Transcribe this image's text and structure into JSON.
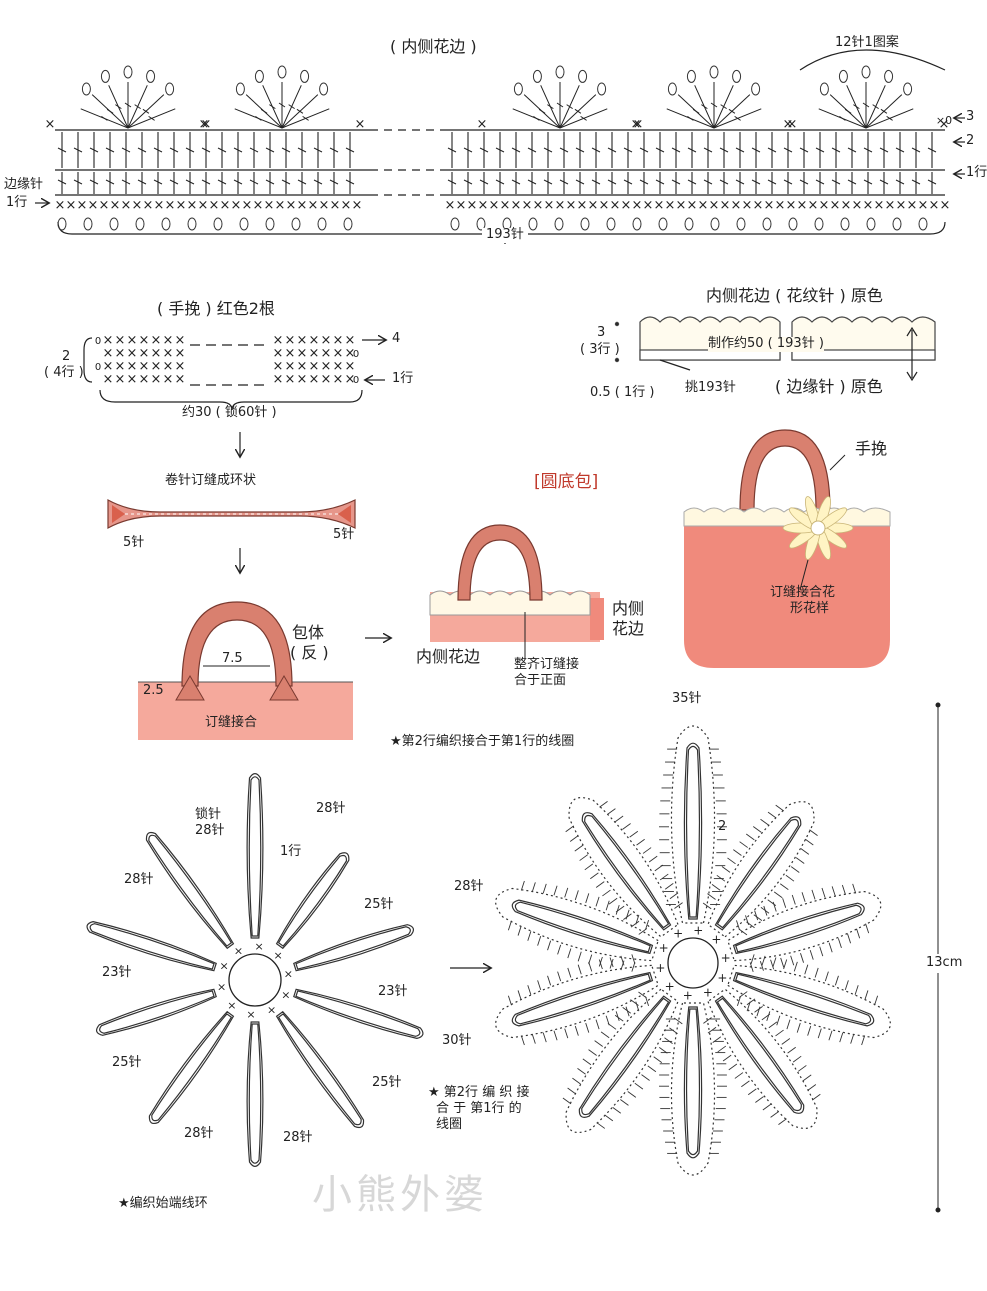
{
  "edging": {
    "title": "( 内侧花边 )",
    "repeat": "12针1图案",
    "row3": "3",
    "row2": "2",
    "row1": "1行",
    "edge_label_1": "边缘针",
    "edge_label_2": "1行",
    "total": "193针"
  },
  "handle_chart": {
    "title": "( 手挽 ) 红色2根",
    "rows_a": "2",
    "rows_b": "( 4行 )",
    "row4": "4",
    "row1": "1行",
    "length": "约30 ( 锁60针 )"
  },
  "band": {
    "title": "内侧花边 ( 花纹针 ) 原色",
    "h3": "3",
    "h3b": "( 3行 )",
    "h05": "0.5 ( 1行 )",
    "make": "制作约50 ( 193针 )",
    "pick": "挑193针",
    "edge": "( 边缘针 ) 原色"
  },
  "handle_steps": {
    "whip": "卷针订缝成环状",
    "left5": "5针",
    "right5": "5针",
    "body": "包体",
    "body2": "( 反 )",
    "d75": "7.5",
    "d25": "2.5",
    "sew": "订缝接合"
  },
  "bag": {
    "title": "[圆底包]",
    "inner_edge": "内侧花边",
    "inner_edge_r1": "内侧",
    "inner_edge_r2": "花边",
    "align1": "整齐订缝接",
    "align2": "合于正面",
    "handle": "手挽",
    "flower1": "订缝接合花",
    "flower2": "形花样"
  },
  "flower": {
    "note_top": "★第2行编织接合于第1行的线圈",
    "chain28a": "锁针",
    "chain28b": "28针",
    "r1": "1行",
    "p_top_right": "28针",
    "p_left_top": "28针",
    "p_right_25": "25针",
    "p_left_23": "23针",
    "p_right_23": "23针",
    "p_left_25": "25针",
    "p_right_25b": "25针",
    "p_bot_left": "28针",
    "p_bot_right": "28针",
    "note_start": "★编织始端线环",
    "big_35": "35针",
    "big_2": "2",
    "big_28": "28针",
    "big_30": "30针",
    "note_mid1": "★ 第2行 编 织 接",
    "note_mid2": "合 于 第1行 的",
    "note_mid3": "线圈",
    "size": "13cm",
    "watermark": "小熊外婆"
  },
  "colors": {
    "pink": "#f08a7c",
    "pinkLight": "#f5a99c",
    "handle": "#d9806f",
    "cream": "#fff6dc",
    "red": "#c0392b"
  }
}
